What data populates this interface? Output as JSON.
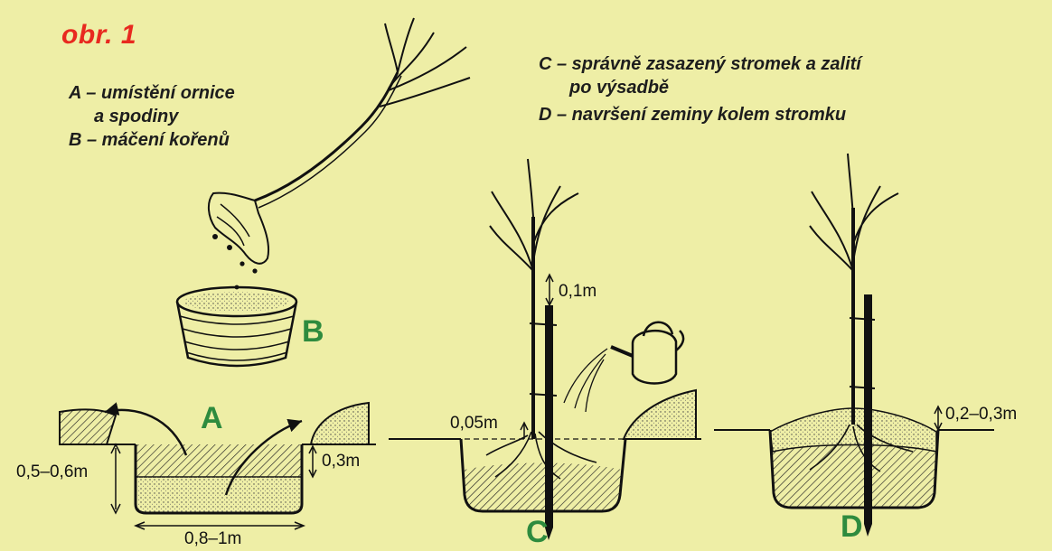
{
  "heading": "obr. 1",
  "legend": {
    "a_line1": "A – umístění ornice",
    "a_line2": "a spodiny",
    "b_line": "B – máčení kořenů",
    "c_line1": "C – správně zasazený stromek a zalití",
    "c_line2": "po výsadbě",
    "d_line": "D – navršení zeminy kolem stromku"
  },
  "labels": {
    "a": "A",
    "b": "B",
    "c": "C",
    "d": "D"
  },
  "measurements": {
    "pit_depth": "0,5–0,6m",
    "topsoil_depth": "0,3m",
    "pit_width": "0,8–1m",
    "graft_height": "0,1m",
    "root_collar": "0,05m",
    "mound_height": "0,2–0,3m"
  },
  "colors": {
    "background": "#eeeea6",
    "heading": "#e8291f",
    "letters": "#2e8b3e",
    "ink": "#1d1d1d"
  }
}
